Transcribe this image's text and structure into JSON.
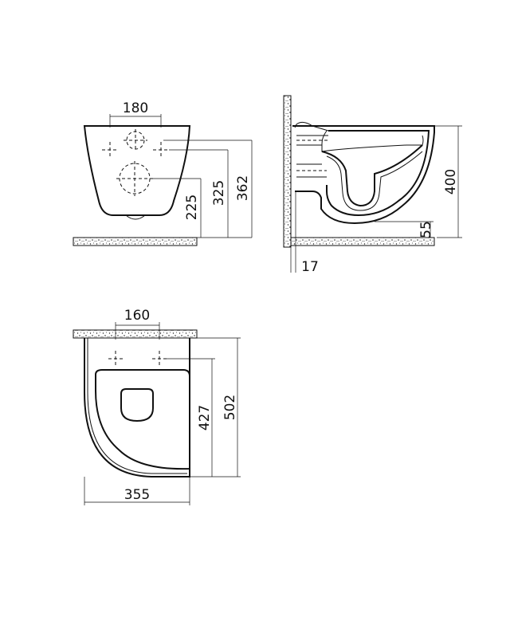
{
  "front_view": {
    "dim_top": "180",
    "dim_h1": "225",
    "dim_h2": "325",
    "dim_h3": "362"
  },
  "side_view": {
    "dim_height": "400",
    "dim_floor": "55",
    "dim_wall": "17"
  },
  "top_view": {
    "dim_top": "160",
    "dim_depth1": "427",
    "dim_depth2": "502",
    "dim_width": "355"
  }
}
